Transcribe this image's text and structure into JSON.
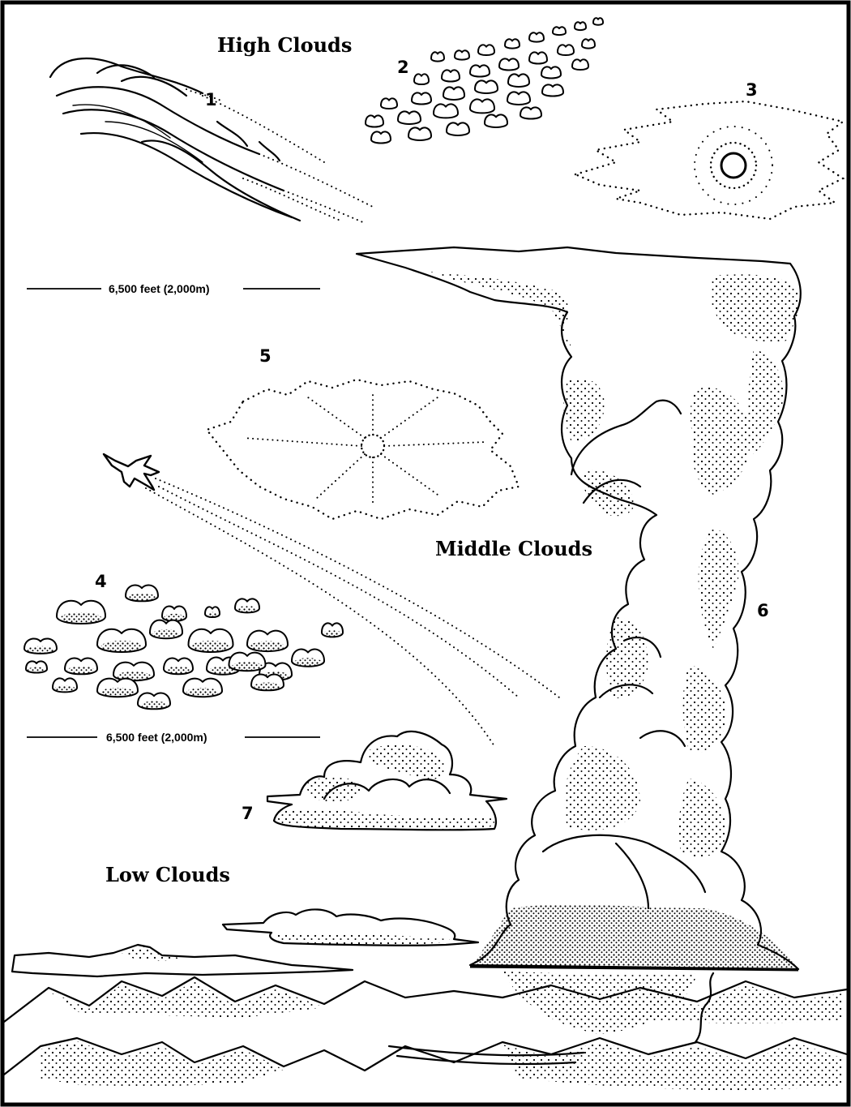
{
  "sections": {
    "high": "High Clouds",
    "middle": "Middle Clouds",
    "low": "Low Clouds"
  },
  "altitude_markers": {
    "upper": "6,500 feet (2,000m)",
    "lower": "6,500 feet (2,000m)"
  },
  "cloud_numbers": {
    "n1": "1",
    "n2": "2",
    "n3": "3",
    "n4": "4",
    "n5": "5",
    "n6": "6",
    "n7": "7"
  }
}
